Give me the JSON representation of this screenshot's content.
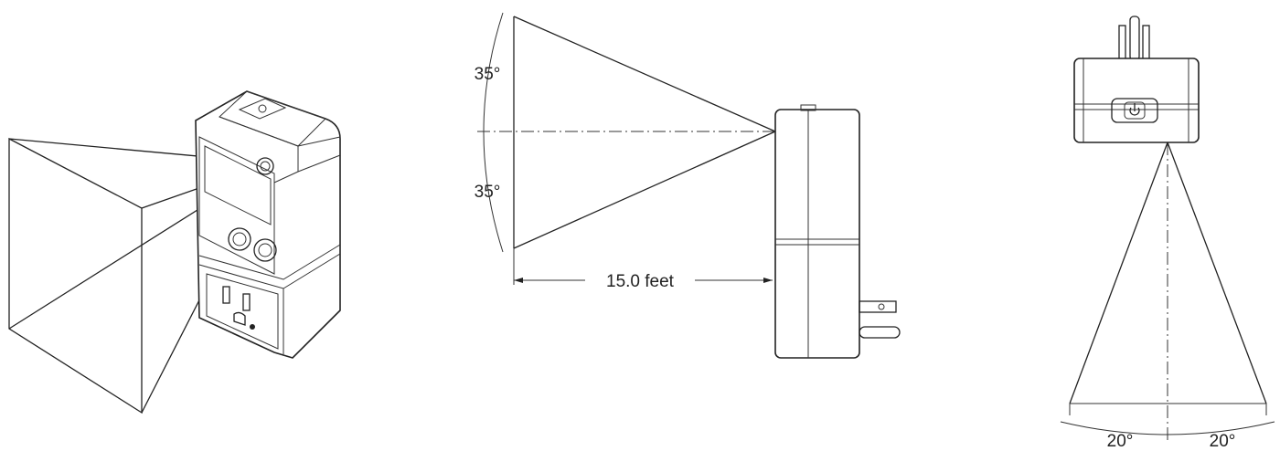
{
  "figure": {
    "side_view": {
      "angle_top": "35°",
      "angle_bottom": "35°",
      "distance": "15.0 feet"
    },
    "top_view": {
      "angle_left": "20°",
      "angle_right": "20°"
    }
  }
}
